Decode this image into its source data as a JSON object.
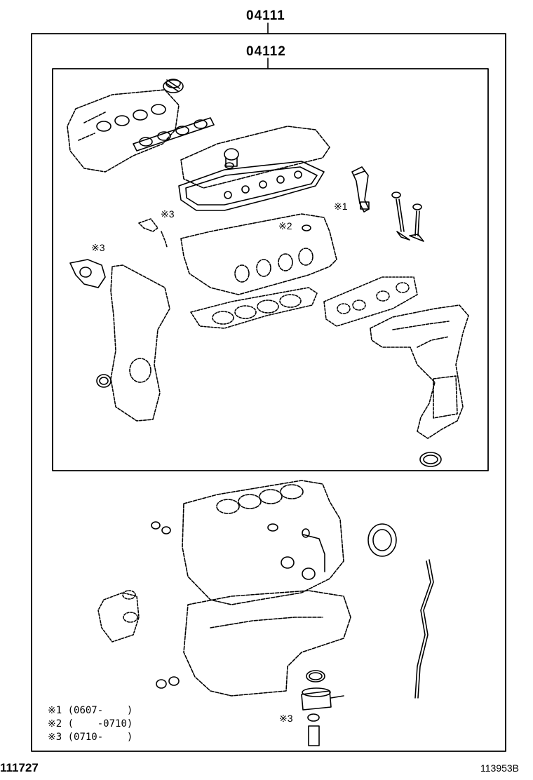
{
  "part_numbers": {
    "outer": "04111",
    "inner": "04112"
  },
  "callouts": {
    "top_right_clip": "※3",
    "head_seal": "※2",
    "injector": "※1",
    "water_outlet": "※3",
    "oil_cooler_seal": "※3"
  },
  "notes": [
    "※1 (0607-    )",
    "※2 (    -0710)",
    "※3 (0710-    )"
  ],
  "footer": {
    "left": "111727",
    "right": "113953B"
  },
  "icons": [
    "engine-cover",
    "oil-cap",
    "valve-cover-gasket",
    "cylinder-head",
    "head-gasket",
    "exhaust-gasket",
    "exhaust-manifold",
    "timing-cover",
    "crankshaft-seal",
    "fuel-injector",
    "valves",
    "cylinder-block",
    "oil-pan",
    "oil-dipstick",
    "oil-filter",
    "water-pump"
  ]
}
